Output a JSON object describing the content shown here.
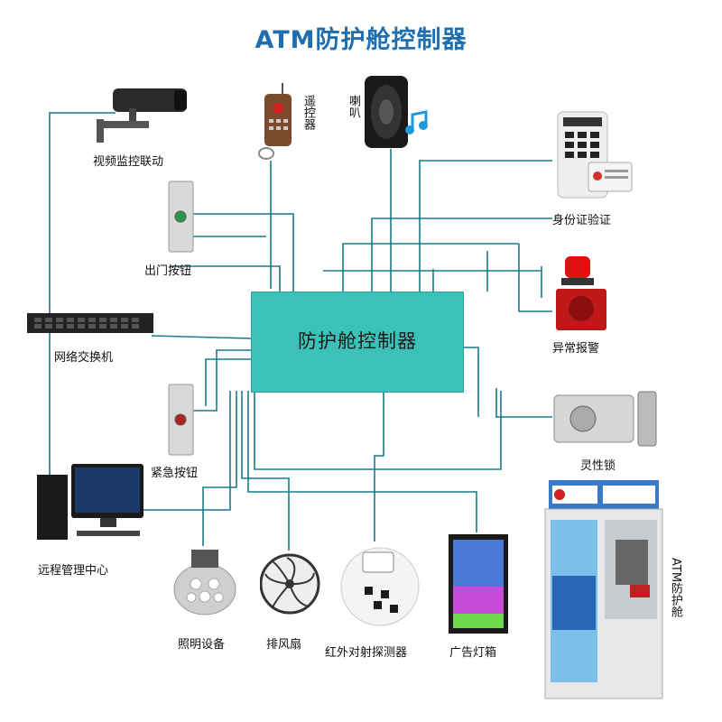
{
  "title": "ATM防护舱控制器",
  "controller": {
    "label": "防护舱控制器"
  },
  "colors": {
    "wire": "#1b7a8c",
    "controller": "#3cc1b8",
    "title": "#1f6fb0"
  },
  "devices": {
    "camera": {
      "label": "视频监控联动",
      "icon": "cctv-camera-icon"
    },
    "remote": {
      "label": "遥控器",
      "icon": "remote-control-icon"
    },
    "speaker": {
      "label": "喇叭",
      "icon": "speaker-icon"
    },
    "id_verify": {
      "label": "身份证验证",
      "icon": "id-card-reader-icon"
    },
    "exit_button": {
      "label": "出门按钮",
      "icon": "exit-button-icon"
    },
    "switch": {
      "label": "网络交换机",
      "icon": "network-switch-icon"
    },
    "alarm": {
      "label": "异常报警",
      "icon": "alarm-siren-icon"
    },
    "emergency_button": {
      "label": "紧急按钮",
      "icon": "emergency-button-icon"
    },
    "lock": {
      "label": "灵性锁",
      "icon": "electric-lock-icon"
    },
    "remote_center": {
      "label": "远程管理中心",
      "icon": "computer-icon"
    },
    "lighting": {
      "label": "照明设备",
      "icon": "led-light-icon"
    },
    "fan": {
      "label": "排风扇",
      "icon": "exhaust-fan-icon"
    },
    "infrared": {
      "label": "红外对射探测器",
      "icon": "infrared-detector-icon"
    },
    "ad_light": {
      "label": "广告灯箱",
      "icon": "lightbox-icon"
    },
    "atm_booth": {
      "label": "ATM防护舱",
      "icon": "atm-booth-icon"
    }
  }
}
